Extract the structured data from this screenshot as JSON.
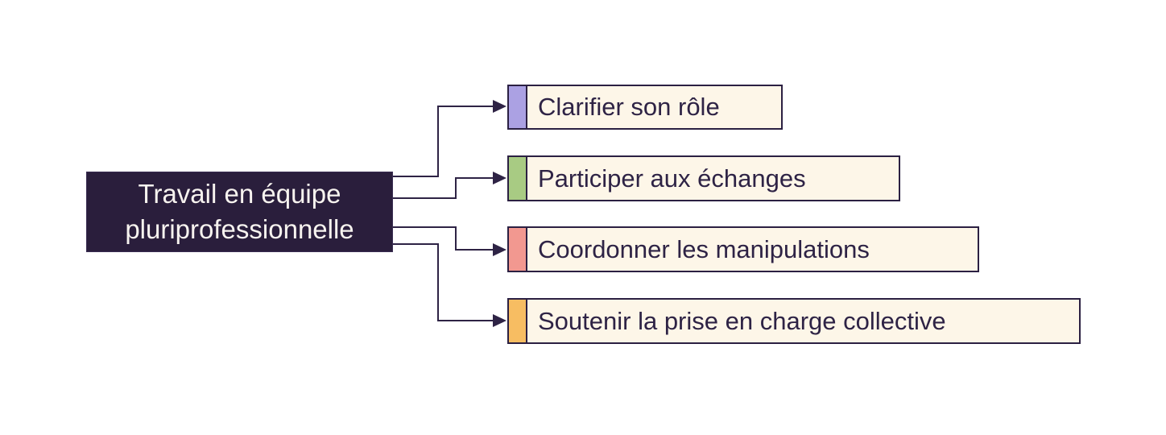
{
  "diagram": {
    "root": {
      "label": "Travail en équipe pluriprofessionnelle",
      "bg_color": "#2a1e3c",
      "text_color": "#f7f3ef"
    },
    "branches": [
      {
        "label": "Clarifier son rôle",
        "accent_color": "#aba1e3"
      },
      {
        "label": "Participer aux échanges",
        "accent_color": "#a8cb83"
      },
      {
        "label": "Coordonner les manipulations",
        "accent_color": "#f29890"
      },
      {
        "label": "Soutenir la prise en charge collective",
        "accent_color": "#f7bd62"
      }
    ],
    "colors": {
      "branch_bg": "#fdf6e8",
      "border": "#2b2042",
      "connector": "#2e2345",
      "canvas_bg": "#ffffff"
    }
  }
}
